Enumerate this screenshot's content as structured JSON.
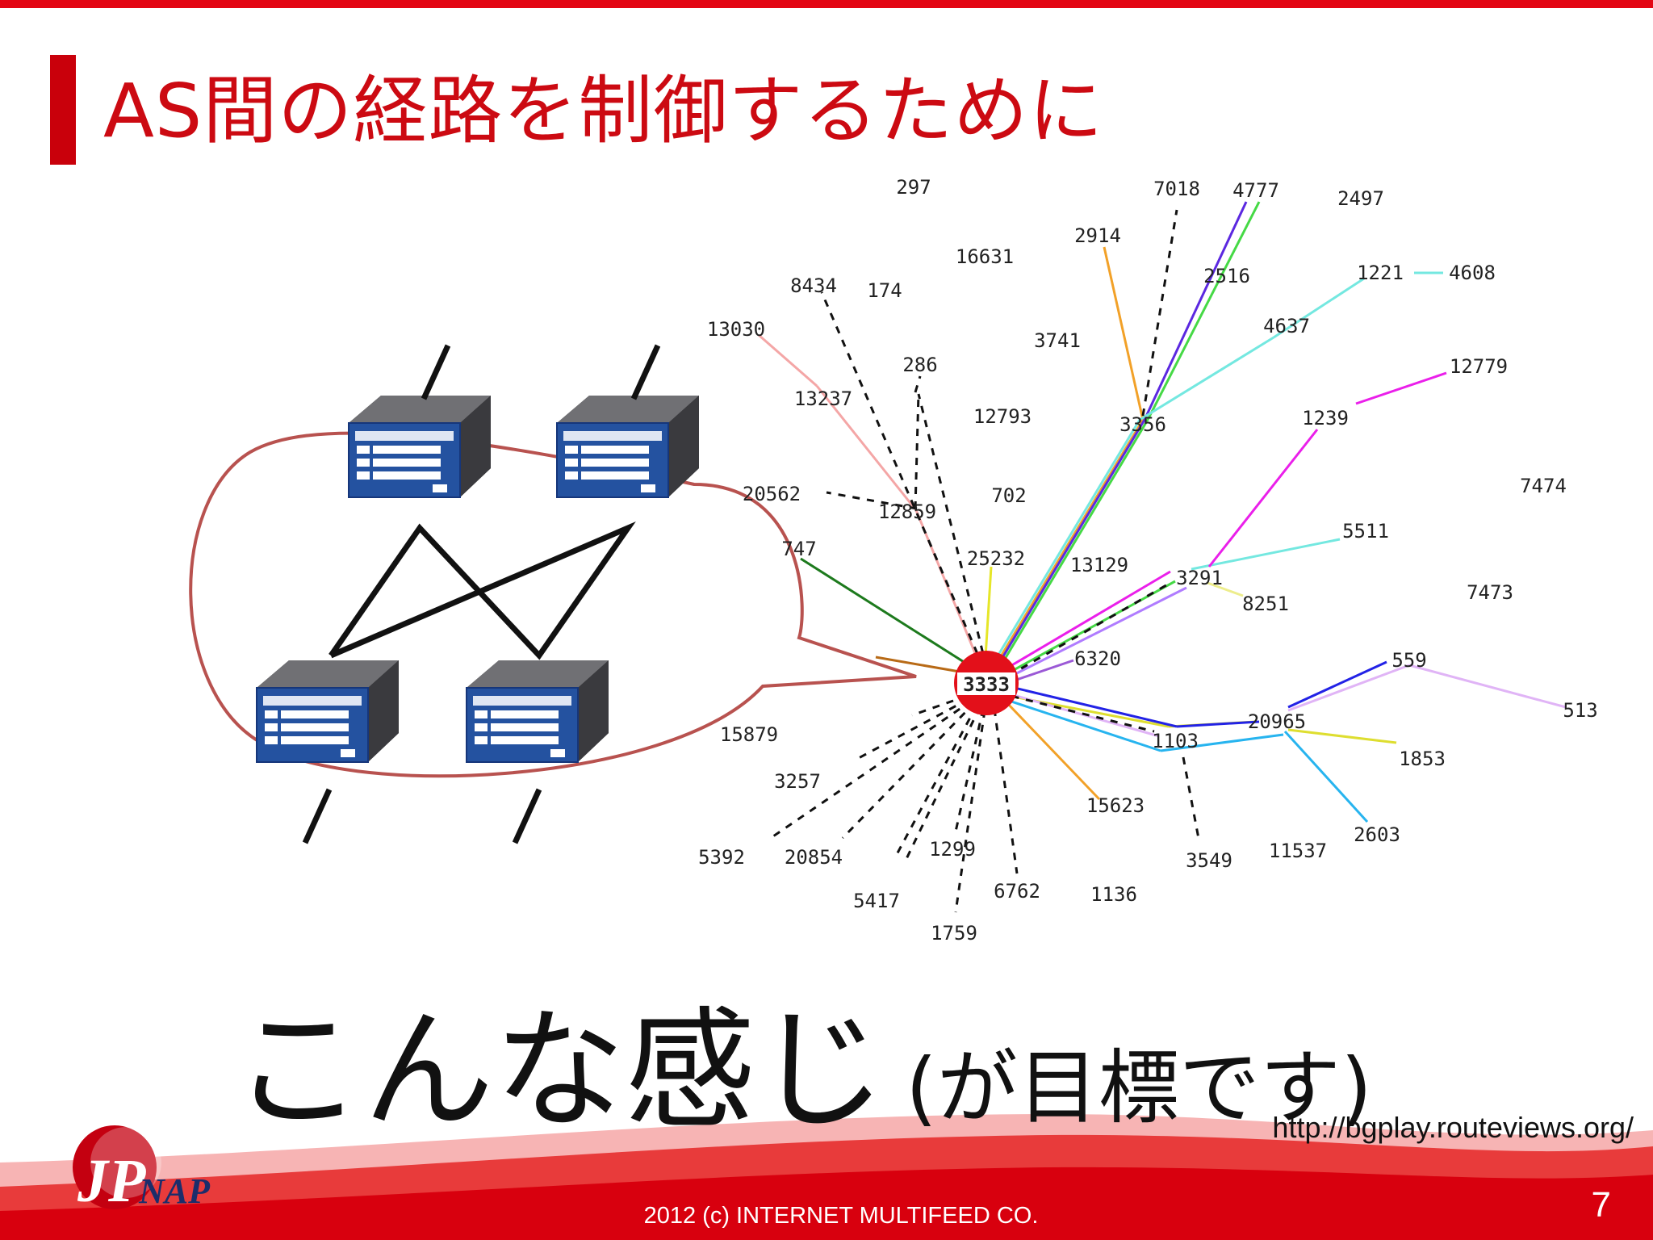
{
  "slide": {
    "title": "AS間の経路を制御するために",
    "main_text": "こんな感じ",
    "sub_text": "(が目標です)",
    "url": "http://bgplay.routeviews.org/",
    "copyright": "2012 (c) INTERNET MULTIFEED CO.",
    "page_number": "7",
    "accent_color": "#cc0a12"
  },
  "logo": {
    "text": "JPNAP",
    "letters_left": "JP",
    "letters_right": "NAP"
  },
  "router_diagram": {
    "router_count": 4,
    "icon": "router-box-icon"
  },
  "bgplay_graph": {
    "center": "3333",
    "nodes": [
      "297",
      "7018",
      "4777",
      "2497",
      "2914",
      "16631",
      "2516",
      "1221",
      "4608",
      "8434",
      "174",
      "4637",
      "13030",
      "3741",
      "286",
      "12779",
      "13237",
      "12793",
      "3356",
      "1239",
      "20562",
      "12859",
      "702",
      "7474",
      "747",
      "25232",
      "13129",
      "5511",
      "3291",
      "8251",
      "7473",
      "6320",
      "3333",
      "559",
      "513",
      "20965",
      "15879",
      "1103",
      "1853",
      "3257",
      "15623",
      "2603",
      "1299",
      "11537",
      "5392",
      "20854",
      "3549",
      "6762",
      "1136",
      "5417",
      "1759"
    ]
  }
}
